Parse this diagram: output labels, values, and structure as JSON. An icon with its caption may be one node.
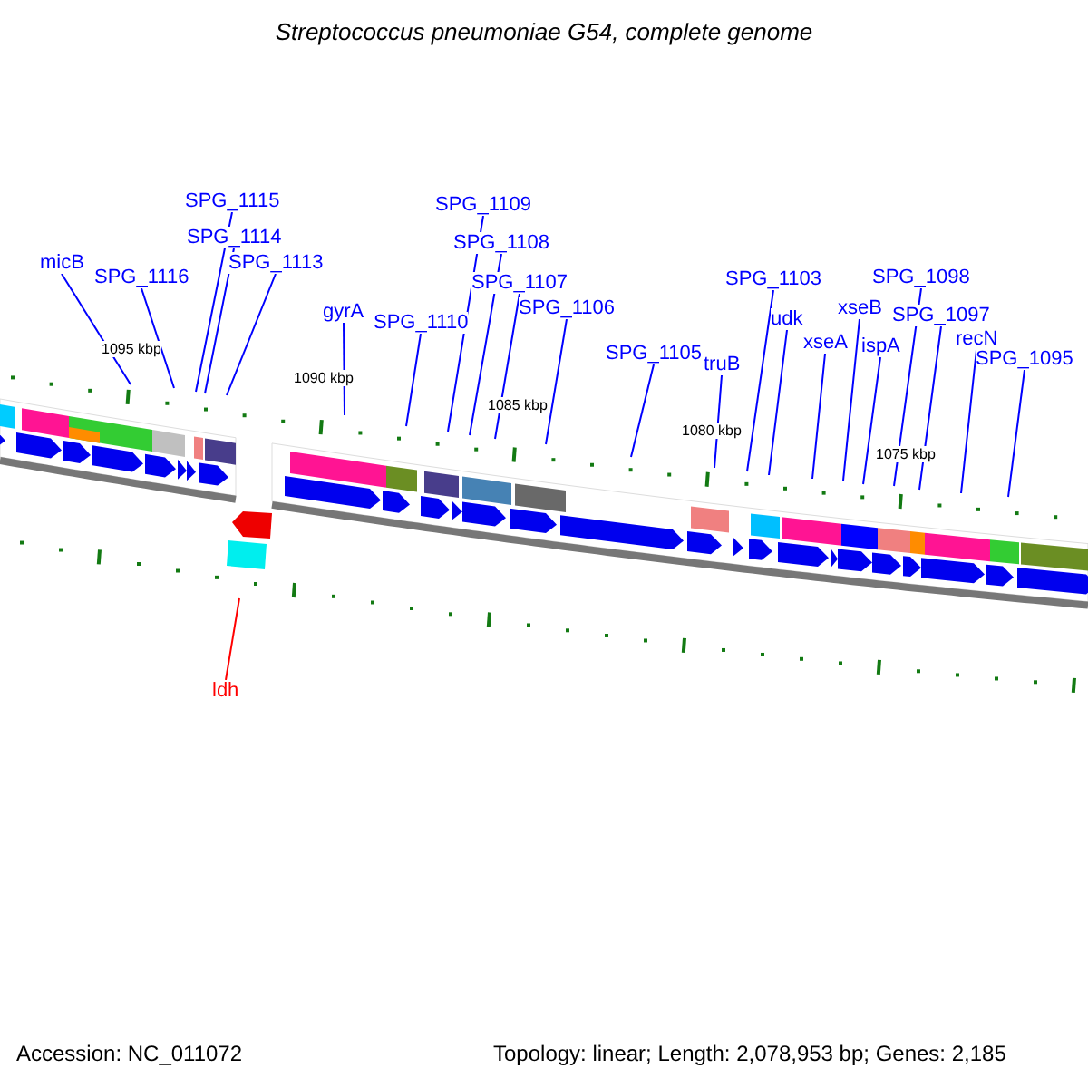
{
  "diagram": {
    "title": "Streptococcus pneumoniae G54, complete genome",
    "nodes": [
      {
        "text": [
          "micB"
        ]
      },
      {
        "text": [
          "SPG_1116"
        ]
      },
      {
        "text": [
          "SPG_1115"
        ]
      },
      {
        "text": [
          "SPG_1114"
        ]
      },
      {
        "text": [
          "SPG_1113"
        ]
      },
      {
        "text": [
          "gyrA"
        ]
      },
      {
        "text": [
          "SPG_1110"
        ]
      },
      {
        "text": [
          "SPG_1109"
        ]
      },
      {
        "text": [
          "SPG_1108"
        ]
      },
      {
        "text": [
          "SPG_1107"
        ]
      },
      {
        "text": [
          "SPG_1106"
        ]
      },
      {
        "text": [
          "SPG_1105"
        ]
      },
      {
        "text": [
          "truB"
        ]
      },
      {
        "text": [
          "SPG_1103"
        ]
      },
      {
        "text": [
          "udk"
        ]
      },
      {
        "text": [
          "xseA"
        ]
      },
      {
        "text": [
          "xseB"
        ]
      },
      {
        "text": [
          "ispA"
        ]
      },
      {
        "text": [
          "SPG_1098"
        ]
      },
      {
        "text": [
          "SPG_1097"
        ]
      },
      {
        "text": [
          "recN"
        ]
      },
      {
        "text": [
          "SPG_1095"
        ]
      },
      {
        "text": [
          "ldh"
        ]
      }
    ],
    "edges": [
      {
        "from": 0,
        "to": null,
        "arrow": "none"
      },
      {
        "from": 1,
        "to": null,
        "arrow": "none"
      },
      {
        "from": 2,
        "to": null,
        "arrow": "none"
      },
      {
        "from": 3,
        "to": null,
        "arrow": "none"
      },
      {
        "from": 4,
        "to": null,
        "arrow": "none"
      },
      {
        "from": 5,
        "to": null,
        "arrow": "none"
      },
      {
        "from": 6,
        "to": null,
        "arrow": "none"
      },
      {
        "from": 7,
        "to": null,
        "arrow": "none"
      },
      {
        "from": 8,
        "to": null,
        "arrow": "none"
      },
      {
        "from": 9,
        "to": null,
        "arrow": "none"
      },
      {
        "from": 10,
        "to": null,
        "arrow": "none"
      },
      {
        "from": 11,
        "to": null,
        "arrow": "none"
      },
      {
        "from": 12,
        "to": null,
        "arrow": "none"
      },
      {
        "from": 13,
        "to": null,
        "arrow": "none"
      },
      {
        "from": 14,
        "to": null,
        "arrow": "none"
      },
      {
        "from": 15,
        "to": null,
        "arrow": "none"
      },
      {
        "from": 16,
        "to": null,
        "arrow": "none"
      },
      {
        "from": 17,
        "to": null,
        "arrow": "none"
      },
      {
        "from": 18,
        "to": null,
        "arrow": "none"
      },
      {
        "from": 19,
        "to": null,
        "arrow": "none"
      },
      {
        "from": 20,
        "to": null,
        "arrow": "none"
      },
      {
        "from": 21,
        "to": null,
        "arrow": "none"
      },
      {
        "from": 22,
        "to": null,
        "arrow": "none",
        "color": "#ff0000"
      }
    ],
    "labels": [
      "1095 kbp",
      "1090 kbp",
      "1085 kbp",
      "1080 kbp",
      "1075 kbp",
      "Accession: NC_011072",
      "Topology: linear; Length: 2,078,953 bp; Genes: 2,185"
    ]
  }
}
